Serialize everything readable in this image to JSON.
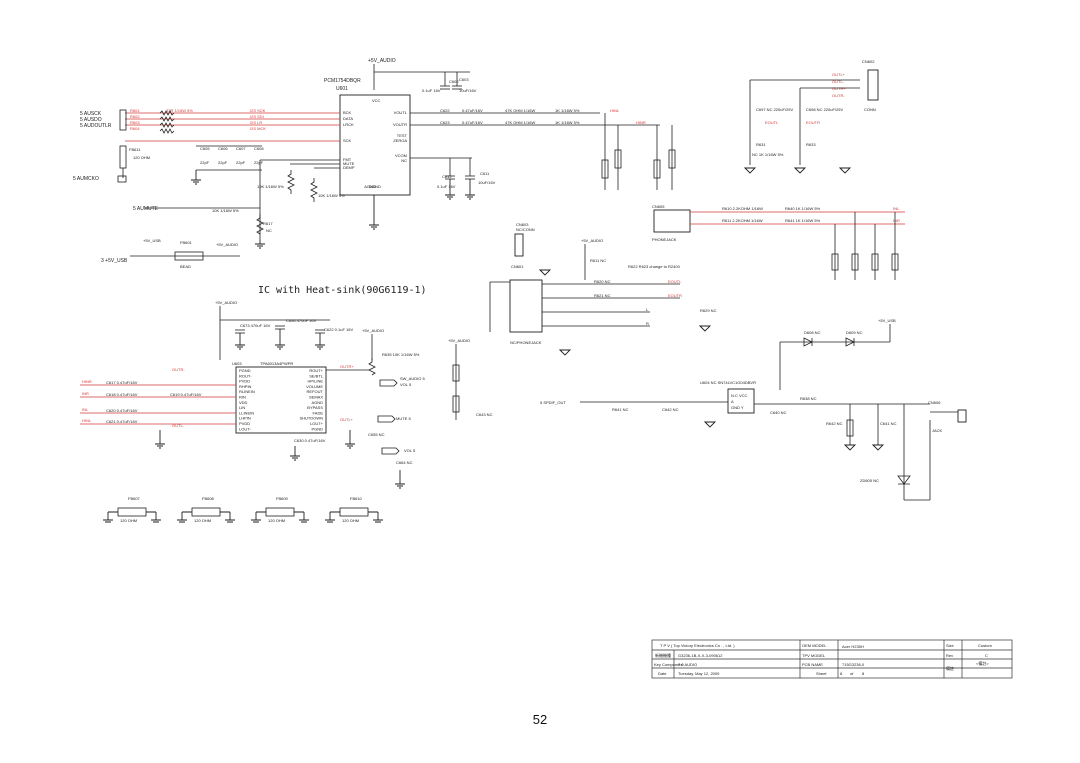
{
  "page_number": "52",
  "heading": "IC with Heat-sink(90G6119-1)",
  "rails": {
    "audio5v": "+5V_AUDIO",
    "usb5v": "+5V_USB"
  },
  "dac": {
    "part": "PCM1754DBQR",
    "ref": "U601",
    "left_pins": [
      "BCK",
      "DATA",
      "LRCK",
      "SCK",
      "FMT",
      "MUTE",
      "DEMP"
    ],
    "right_pins": [
      "VOUTL",
      "VOUTR",
      "TEST",
      "ZEROA",
      "VCOM",
      "NC",
      "AGND",
      "DGND"
    ],
    "vcc": "VCC",
    "cap_top_a": "C602",
    "cap_top_a_val": "0.1uF 16V",
    "cap_top_b": "C603",
    "cap_top_b_val": "10uF/16V"
  },
  "inputs": [
    "5 AUSCK",
    "5 AUSDO",
    "5 AUDOUTLR",
    "5 AUMCKO",
    "5 AUMUTE",
    "3 +5V_USB"
  ],
  "ferrite_mclk": {
    "ref": "FB611",
    "val": "120 OHM"
  },
  "caps_small": [
    "C605",
    "C606",
    "C607",
    "C608"
  ],
  "caps_small_val": "22pF",
  "res_series": [
    "R601",
    "R602",
    "R603",
    "R604"
  ],
  "res_series_val": "33R 1/16W 5%",
  "res_out": [
    {
      "ref": "R621",
      "val": "47K OHM 1/16W"
    },
    {
      "ref": "R622",
      "val": "47K OHM 1/16W"
    }
  ],
  "res_out2": [
    {
      "ref": "R644",
      "val": "1K 1/16W 5%"
    },
    {
      "ref": "R645",
      "val": "1K 1/16W 5%"
    }
  ],
  "coupling": [
    {
      "ref": "C622",
      "val": "0.47uF/16V"
    },
    {
      "ref": "C623",
      "val": "0.47uF/16V"
    }
  ],
  "net_labels": [
    "I2S SCK",
    "I2S SDI",
    "I2S LR",
    "I2S MCK",
    "HINR",
    "HINL",
    "OUTL+",
    "OUTR+",
    "OUTL-",
    "OUTR-",
    "EOUTL",
    "EOUTR"
  ],
  "pullups": [
    {
      "ref": "R606",
      "val": "10K 1/16W 5%"
    },
    {
      "ref": "R607",
      "val": "10K 1/16W 5%"
    },
    {
      "ref": "R608",
      "val": "10K 1/16W 5%"
    },
    {
      "ref": "R617",
      "val": "NC"
    }
  ],
  "vcom_caps": [
    {
      "ref": "C612",
      "val": "0.1uF 16V"
    },
    {
      "ref": "C611",
      "val": "10uF/16V"
    }
  ],
  "usb_filter": {
    "ferrite": "FB601",
    "label": "BEAD"
  },
  "cn602": {
    "ref": "CN602",
    "pins": [
      "OUTL+",
      "OUTL-",
      "OUTR+",
      "OUTR-"
    ],
    "label": "CONN",
    "caps": [
      "C697 NC 220uF/25V",
      "C698 NC 220uF/25V"
    ],
    "res": [
      "R631",
      "R633"
    ],
    "res_val": "NC 1K 1/16W 5%"
  },
  "phonejack": {
    "ref": "CN605",
    "label": "PHONEJACK",
    "res": [
      "R610 2.2KOHM 1/16W",
      "R611 2.2KOHM 1/16W",
      "R640 1K 1/16W 5%",
      "R641 1K 1/16W 5%"
    ],
    "outs": [
      "INL",
      "INR"
    ]
  },
  "cn603": {
    "ref": "CN603",
    "label": "NC/CONN",
    "ref2": "CN601",
    "note": "R622 R623 change to R2400",
    "jack": "NC/PHONEJACK",
    "res": [
      "R620 NC",
      "R621 NC",
      "R622 NC",
      "R629 NC",
      "R611 NC"
    ],
    "nets": [
      "EOUTL",
      "EOUTR",
      "L",
      "R"
    ]
  },
  "amp": {
    "ref": "U603",
    "part": "TPA6013A4PWPR",
    "left_pins": [
      "PGND",
      "ROUT-",
      "PVDD",
      "RHPIN",
      "RLINEIN",
      "RIN",
      "VDD",
      "LIN",
      "LLINEIN",
      "LHPIN",
      "PVDD",
      "LOUT-"
    ],
    "right_pins": [
      "ROUT+",
      "SE/BTL",
      "HP/LINE",
      "VOLUME",
      "REFOUT",
      "SEMAX",
      "AGND",
      "BYPASS",
      "FADE",
      "SHUTDOWN",
      "LOUT+",
      "PGND"
    ],
    "caps": [
      "C617 0.47uF/16V",
      "C618 0.47uF/16V",
      "C619 0.47uF/16V",
      "C620 0.47uF/16V",
      "C621 0.47uF/16V"
    ],
    "bypass_caps": [
      "C673 470uF 16V",
      "C656 470uF 16V",
      "C622 0.1uF 16V",
      "C630 0.47uF/16V",
      "C655 NC",
      "C664 NC"
    ],
    "ctrl": [
      "SW_AUDIO 5",
      "VOL 5",
      "MUTE 5",
      "VOL 5"
    ],
    "r": "R635 10K 1/16W 5%"
  },
  "spdif": {
    "label": "5 SPDIF_OUT",
    "ic": "U604 NC SN74LVC1G04DBVR",
    "pins": [
      "N.C VCC",
      "A",
      "GND  Y"
    ],
    "parts": [
      "R641 NC",
      "C642 NC",
      "C643 NC",
      "R638 NC",
      "C640 NC",
      "C641 NC",
      "R642 NC",
      "R643 NC",
      "ZD605 NC"
    ],
    "conn": "CN606",
    "conn_label": "JACK",
    "diodes": [
      "D608 NC",
      "D609 NC"
    ]
  },
  "ferrites_bottom": [
    {
      "ref": "FB607",
      "val": "120 OHM"
    },
    {
      "ref": "FB608",
      "val": "120 OHM"
    },
    {
      "ref": "FB609",
      "val": "120 OHM"
    },
    {
      "ref": "FB610",
      "val": "120 OHM"
    }
  ],
  "title_block": {
    "company": "T P V  ( Top   Victory   Electronics   Co .  , Ltd. )",
    "oem_model_label": "OEM MODEL",
    "oem_model": "Acer H235H",
    "size_label": "Size",
    "size": "Custom",
    "doc_label": "新機機種",
    "doc": "G3236-1B-X-X-3-090612",
    "tpv_model_label": "TPV MODEL",
    "rev_label": "Rev",
    "rev": "C",
    "key_label": "Key Component",
    "key": "7.0 AUDIO",
    "pcb_label": "PCB NAME",
    "pcb": "715G3236-0",
    "note_label": "備註",
    "note": "<備註>",
    "date_label": "Date",
    "date": "Tuesday, May 12, 2009",
    "sheet_label": "Sheet",
    "sheet": "8",
    "of_label": "of",
    "of": "8"
  }
}
